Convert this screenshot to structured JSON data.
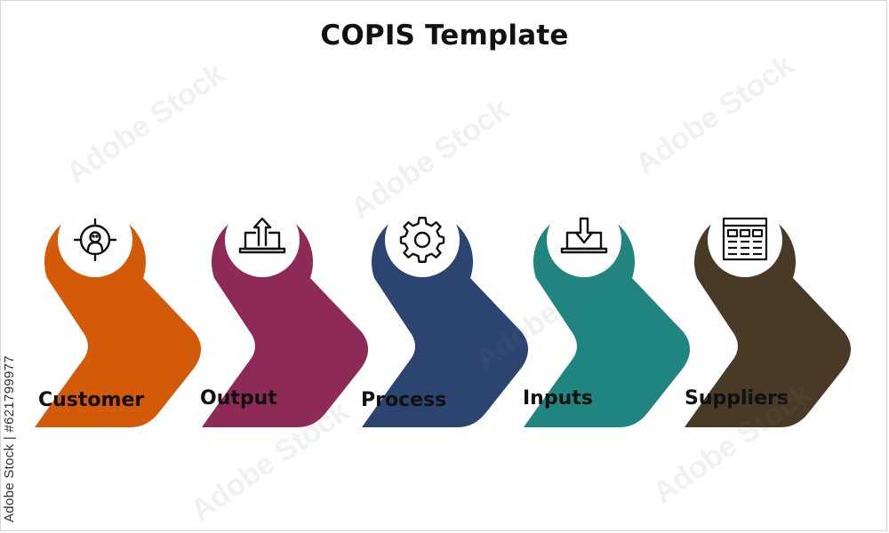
{
  "title": "COPIS Template",
  "watermark": "Adobe Stock",
  "stock_id": "Adobe Stock | #621799977",
  "steps": [
    {
      "label": "Customer",
      "color": "#D35A09",
      "icon": "customer-target-icon"
    },
    {
      "label": "Output",
      "color": "#8E2A57",
      "icon": "laptop-upload-icon"
    },
    {
      "label": "Process",
      "color": "#2C4470",
      "icon": "gear-icon"
    },
    {
      "label": "Inputs",
      "color": "#1F857E",
      "icon": "laptop-download-icon"
    },
    {
      "label": "Suppliers",
      "color": "#483A26",
      "icon": "spreadsheet-icon"
    }
  ]
}
